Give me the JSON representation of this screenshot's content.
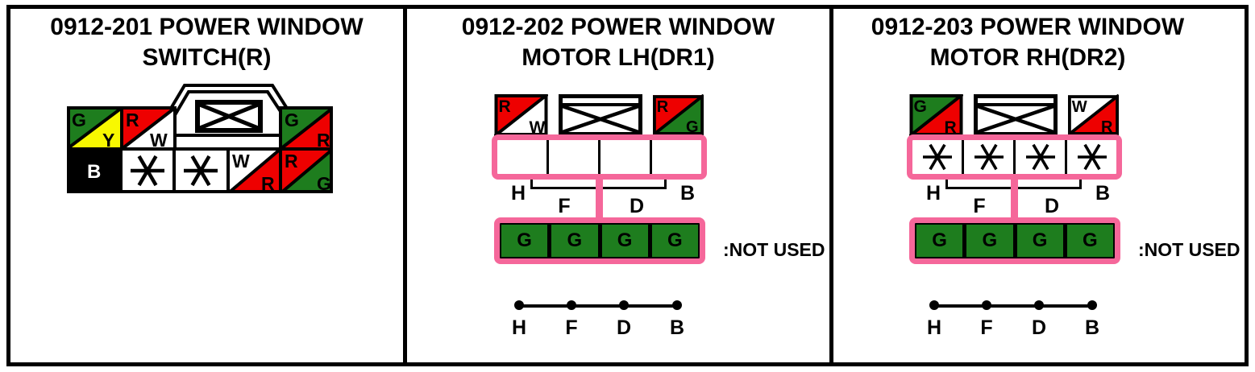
{
  "colors": {
    "red": "#ee0000",
    "green": "#1e7d1e",
    "yellow": "#f8f800",
    "black": "#000000",
    "white": "#ffffff",
    "pink": "#f5679a"
  },
  "panel1": {
    "title_line1": "0912-201 POWER WINDOW",
    "title_line2": "SWITCH(R)",
    "connector": {
      "top_cells": [
        {
          "l1": "G",
          "l2": "Y"
        },
        {
          "l1": "R",
          "l2": "W"
        },
        {
          "l1": "G",
          "l2": "R"
        }
      ],
      "bottom_cells": {
        "b": "B",
        "wr": {
          "l1": "W",
          "l2": "R"
        },
        "rg": {
          "l1": "R",
          "l2": "G"
        }
      }
    }
  },
  "panel2": {
    "title_line1": "0912-202 POWER WINDOW",
    "title_line2": "MOTOR LH(DR1)",
    "left_square": {
      "l1": "R",
      "l2": "W"
    },
    "right_square": {
      "l1": "R",
      "l2": "G"
    },
    "pin_labels": [
      "H",
      "F",
      "D",
      "B"
    ],
    "green_cells": [
      "G",
      "G",
      "G",
      "G"
    ],
    "not_used": ":NOT USED",
    "harness_labels": [
      "H",
      "F",
      "D",
      "B"
    ]
  },
  "panel3": {
    "title_line1": "0912-203 POWER WINDOW",
    "title_line2": "MOTOR RH(DR2)",
    "left_square": {
      "l1": "G",
      "l2": "R"
    },
    "right_square": {
      "l1": "W",
      "l2": "R"
    },
    "pin_labels": [
      "H",
      "F",
      "D",
      "B"
    ],
    "green_cells": [
      "G",
      "G",
      "G",
      "G"
    ],
    "not_used": ":NOT USED",
    "harness_labels": [
      "H",
      "F",
      "D",
      "B"
    ]
  }
}
